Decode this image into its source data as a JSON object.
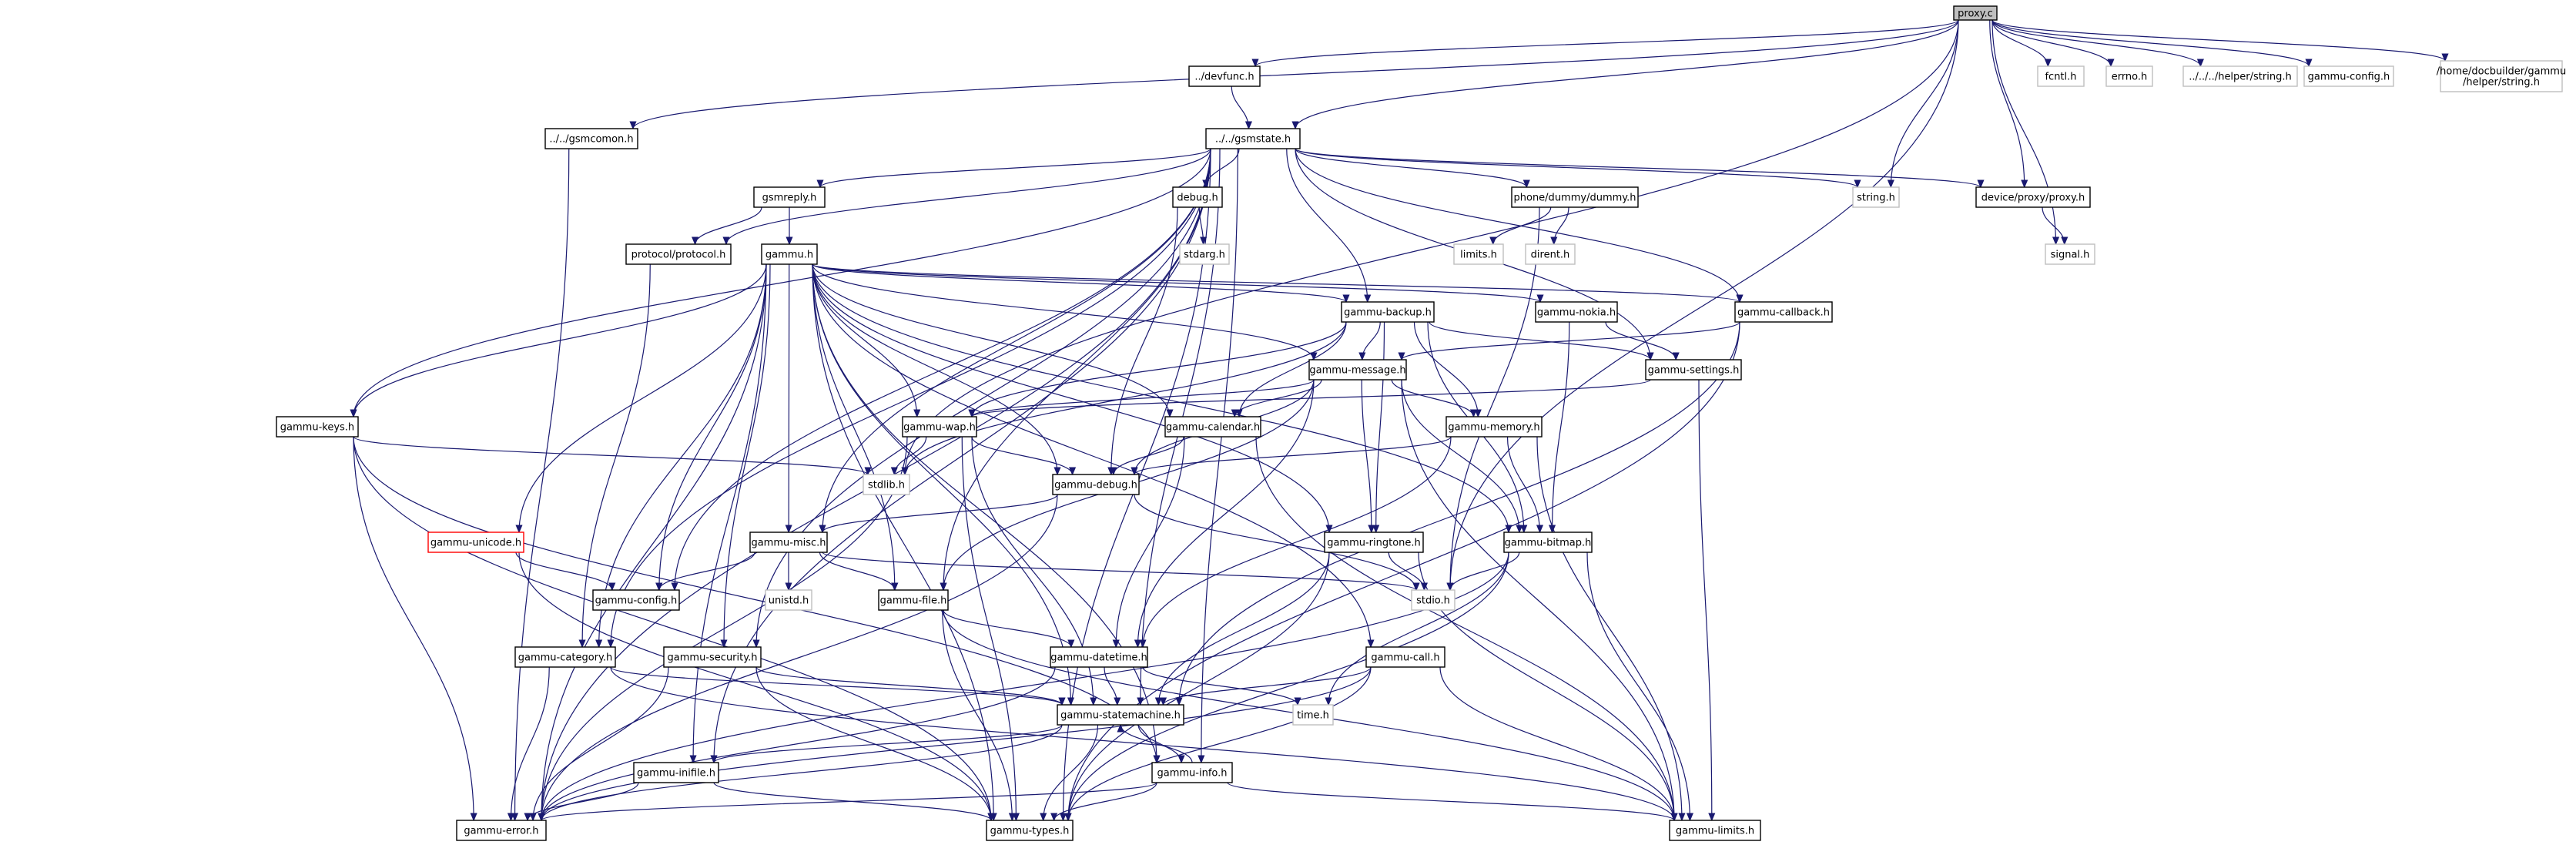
{
  "diagram": {
    "type": "include-dependency-graph",
    "root": "proxy.c",
    "colors": {
      "edge": "#191970",
      "root_fill": "#bfbfbf",
      "documented_border": "#000000",
      "undocumented_border": "#bfbfbf",
      "truncated_border": "#ff0000"
    },
    "nodes": [
      {
        "id": "proxy_c",
        "lines": [
          "proxy.c"
        ],
        "style": "root"
      },
      {
        "id": "devfunc_h",
        "lines": [
          "../devfunc.h"
        ],
        "style": "doc"
      },
      {
        "id": "gsmcomon_h",
        "lines": [
          "../../gsmcomon.h"
        ],
        "style": "doc"
      },
      {
        "id": "gsmstate_h",
        "lines": [
          "../../gsmstate.h"
        ],
        "style": "doc"
      },
      {
        "id": "fcntl_h",
        "lines": [
          "fcntl.h"
        ],
        "style": "undoc"
      },
      {
        "id": "errno_h",
        "lines": [
          "errno.h"
        ],
        "style": "undoc"
      },
      {
        "id": "helper_string_h",
        "lines": [
          "../../../helper/string.h"
        ],
        "style": "undoc"
      },
      {
        "id": "gammu_config_top",
        "lines": [
          "gammu-config.h"
        ],
        "style": "undoc"
      },
      {
        "id": "docbuilder_string_h",
        "lines": [
          "/home/docbuilder/gammu",
          "/helper/string.h"
        ],
        "style": "undoc"
      },
      {
        "id": "gsmreply_h",
        "lines": [
          "gsmreply.h"
        ],
        "style": "doc"
      },
      {
        "id": "debug_h",
        "lines": [
          "debug.h"
        ],
        "style": "doc"
      },
      {
        "id": "phone_dummy_h",
        "lines": [
          "phone/dummy/dummy.h"
        ],
        "style": "doc"
      },
      {
        "id": "string_h",
        "lines": [
          "string.h"
        ],
        "style": "undoc"
      },
      {
        "id": "device_proxy_h",
        "lines": [
          "device/proxy/proxy.h"
        ],
        "style": "doc"
      },
      {
        "id": "signal_h",
        "lines": [
          "signal.h"
        ],
        "style": "undoc"
      },
      {
        "id": "protocol_h",
        "lines": [
          "protocol/protocol.h"
        ],
        "style": "doc"
      },
      {
        "id": "gammu_h",
        "lines": [
          "gammu.h"
        ],
        "style": "doc"
      },
      {
        "id": "stdarg_h",
        "lines": [
          "stdarg.h"
        ],
        "style": "undoc"
      },
      {
        "id": "limits_h",
        "lines": [
          "limits.h"
        ],
        "style": "undoc"
      },
      {
        "id": "dirent_h",
        "lines": [
          "dirent.h"
        ],
        "style": "undoc"
      },
      {
        "id": "gammu_backup_h",
        "lines": [
          "gammu-backup.h"
        ],
        "style": "doc"
      },
      {
        "id": "gammu_nokia_h",
        "lines": [
          "gammu-nokia.h"
        ],
        "style": "doc"
      },
      {
        "id": "gammu_callback_h",
        "lines": [
          "gammu-callback.h"
        ],
        "style": "doc"
      },
      {
        "id": "gammu_message_h",
        "lines": [
          "gammu-message.h"
        ],
        "style": "doc"
      },
      {
        "id": "gammu_settings_h",
        "lines": [
          "gammu-settings.h"
        ],
        "style": "doc"
      },
      {
        "id": "gammu_keys_h",
        "lines": [
          "gammu-keys.h"
        ],
        "style": "doc"
      },
      {
        "id": "gammu_wap_h",
        "lines": [
          "gammu-wap.h"
        ],
        "style": "doc"
      },
      {
        "id": "gammu_calendar_h",
        "lines": [
          "gammu-calendar.h"
        ],
        "style": "doc"
      },
      {
        "id": "gammu_memory_h",
        "lines": [
          "gammu-memory.h"
        ],
        "style": "doc"
      },
      {
        "id": "stdlib_h",
        "lines": [
          "stdlib.h"
        ],
        "style": "undoc"
      },
      {
        "id": "gammu_debug_h",
        "lines": [
          "gammu-debug.h"
        ],
        "style": "doc"
      },
      {
        "id": "gammu_unicode_h",
        "lines": [
          "gammu-unicode.h"
        ],
        "style": "truncated"
      },
      {
        "id": "gammu_misc_h",
        "lines": [
          "gammu-misc.h"
        ],
        "style": "doc"
      },
      {
        "id": "gammu_ringtone_h",
        "lines": [
          "gammu-ringtone.h"
        ],
        "style": "doc"
      },
      {
        "id": "gammu_bitmap_h",
        "lines": [
          "gammu-bitmap.h"
        ],
        "style": "doc"
      },
      {
        "id": "gammu_config_h",
        "lines": [
          "gammu-config.h"
        ],
        "style": "doc"
      },
      {
        "id": "unistd_h",
        "lines": [
          "unistd.h"
        ],
        "style": "undoc"
      },
      {
        "id": "gammu_file_h",
        "lines": [
          "gammu-file.h"
        ],
        "style": "doc"
      },
      {
        "id": "stdio_h",
        "lines": [
          "stdio.h"
        ],
        "style": "undoc"
      },
      {
        "id": "gammu_category_h",
        "lines": [
          "gammu-category.h"
        ],
        "style": "doc"
      },
      {
        "id": "gammu_security_h",
        "lines": [
          "gammu-security.h"
        ],
        "style": "doc"
      },
      {
        "id": "gammu_datetime_h",
        "lines": [
          "gammu-datetime.h"
        ],
        "style": "doc"
      },
      {
        "id": "gammu_call_h",
        "lines": [
          "gammu-call.h"
        ],
        "style": "doc"
      },
      {
        "id": "time_h",
        "lines": [
          "time.h"
        ],
        "style": "undoc"
      },
      {
        "id": "gammu_statemachine_h",
        "lines": [
          "gammu-statemachine.h"
        ],
        "style": "doc"
      },
      {
        "id": "gammu_inifile_h",
        "lines": [
          "gammu-inifile.h"
        ],
        "style": "doc"
      },
      {
        "id": "gammu_info_h",
        "lines": [
          "gammu-info.h"
        ],
        "style": "doc"
      },
      {
        "id": "gammu_error_h",
        "lines": [
          "gammu-error.h"
        ],
        "style": "doc"
      },
      {
        "id": "gammu_types_h",
        "lines": [
          "gammu-types.h"
        ],
        "style": "doc"
      },
      {
        "id": "gammu_limits_h",
        "lines": [
          "gammu-limits.h"
        ],
        "style": "doc"
      }
    ],
    "edges": [
      [
        "proxy_c",
        "devfunc_h"
      ],
      [
        "proxy_c",
        "gsmcomon_h"
      ],
      [
        "proxy_c",
        "gsmstate_h"
      ],
      [
        "proxy_c",
        "fcntl_h"
      ],
      [
        "proxy_c",
        "errno_h"
      ],
      [
        "proxy_c",
        "helper_string_h"
      ],
      [
        "proxy_c",
        "gammu_config_top"
      ],
      [
        "proxy_c",
        "docbuilder_string_h"
      ],
      [
        "proxy_c",
        "string_h"
      ],
      [
        "proxy_c",
        "device_proxy_h"
      ],
      [
        "proxy_c",
        "signal_h"
      ],
      [
        "proxy_c",
        "stdlib_h"
      ],
      [
        "proxy_c",
        "stdio_h"
      ],
      [
        "devfunc_h",
        "gsmstate_h"
      ],
      [
        "gsmcomon_h",
        "gammu_error_h"
      ],
      [
        "gsmstate_h",
        "gsmreply_h"
      ],
      [
        "gsmstate_h",
        "debug_h"
      ],
      [
        "gsmstate_h",
        "phone_dummy_h"
      ],
      [
        "gsmstate_h",
        "string_h"
      ],
      [
        "gsmstate_h",
        "device_proxy_h"
      ],
      [
        "gsmstate_h",
        "protocol_h"
      ],
      [
        "gsmstate_h",
        "gammu_backup_h"
      ],
      [
        "gsmstate_h",
        "gammu_callback_h"
      ],
      [
        "gsmstate_h",
        "gammu_settings_h"
      ],
      [
        "gsmstate_h",
        "gammu_keys_h"
      ],
      [
        "gsmstate_h",
        "gammu_misc_h"
      ],
      [
        "gsmstate_h",
        "gammu_file_h"
      ],
      [
        "gsmstate_h",
        "gammu_config_h"
      ],
      [
        "gsmstate_h",
        "gammu_category_h"
      ],
      [
        "gsmstate_h",
        "gammu_security_h"
      ],
      [
        "gsmstate_h",
        "gammu_statemachine_h"
      ],
      [
        "gsmstate_h",
        "gammu_inifile_h"
      ],
      [
        "gsmstate_h",
        "gammu_info_h"
      ],
      [
        "gsmstate_h",
        "gammu_error_h"
      ],
      [
        "gsmstate_h",
        "gammu_types_h"
      ],
      [
        "gsmreply_h",
        "protocol_h"
      ],
      [
        "gsmreply_h",
        "gammu_h"
      ],
      [
        "debug_h",
        "stdarg_h"
      ],
      [
        "debug_h",
        "gammu_debug_h"
      ],
      [
        "phone_dummy_h",
        "limits_h"
      ],
      [
        "phone_dummy_h",
        "dirent_h"
      ],
      [
        "phone_dummy_h",
        "stdio_h"
      ],
      [
        "device_proxy_h",
        "signal_h"
      ],
      [
        "protocol_h",
        "gammu_category_h"
      ],
      [
        "gammu_h",
        "gammu_backup_h"
      ],
      [
        "gammu_h",
        "gammu_nokia_h"
      ],
      [
        "gammu_h",
        "gammu_callback_h"
      ],
      [
        "gammu_h",
        "gammu_message_h"
      ],
      [
        "gammu_h",
        "gammu_keys_h"
      ],
      [
        "gammu_h",
        "gammu_wap_h"
      ],
      [
        "gammu_h",
        "gammu_calendar_h"
      ],
      [
        "gammu_h",
        "gammu_debug_h"
      ],
      [
        "gammu_h",
        "gammu_unicode_h"
      ],
      [
        "gammu_h",
        "gammu_misc_h"
      ],
      [
        "gammu_h",
        "gammu_ringtone_h"
      ],
      [
        "gammu_h",
        "gammu_bitmap_h"
      ],
      [
        "gammu_h",
        "gammu_config_h"
      ],
      [
        "gammu_h",
        "gammu_file_h"
      ],
      [
        "gammu_h",
        "gammu_category_h"
      ],
      [
        "gammu_h",
        "gammu_security_h"
      ],
      [
        "gammu_h",
        "gammu_call_h"
      ],
      [
        "gammu_h",
        "gammu_statemachine_h"
      ],
      [
        "gammu_h",
        "gammu_inifile_h"
      ],
      [
        "gammu_h",
        "gammu_info_h"
      ],
      [
        "gammu_h",
        "gammu_error_h"
      ],
      [
        "gammu_h",
        "gammu_types_h"
      ],
      [
        "gammu_backup_h",
        "gammu_message_h"
      ],
      [
        "gammu_backup_h",
        "gammu_settings_h"
      ],
      [
        "gammu_backup_h",
        "gammu_wap_h"
      ],
      [
        "gammu_backup_h",
        "gammu_calendar_h"
      ],
      [
        "gammu_backup_h",
        "gammu_memory_h"
      ],
      [
        "gammu_backup_h",
        "gammu_ringtone_h"
      ],
      [
        "gammu_backup_h",
        "gammu_bitmap_h"
      ],
      [
        "gammu_backup_h",
        "stdlib_h"
      ],
      [
        "gammu_nokia_h",
        "gammu_settings_h"
      ],
      [
        "gammu_nokia_h",
        "gammu_bitmap_h"
      ],
      [
        "gammu_callback_h",
        "gammu_message_h"
      ],
      [
        "gammu_callback_h",
        "gammu_statemachine_h"
      ],
      [
        "gammu_callback_h",
        "gammu_types_h"
      ],
      [
        "gammu_message_h",
        "gammu_wap_h"
      ],
      [
        "gammu_message_h",
        "gammu_calendar_h"
      ],
      [
        "gammu_message_h",
        "gammu_memory_h"
      ],
      [
        "gammu_message_h",
        "gammu_debug_h"
      ],
      [
        "gammu_message_h",
        "gammu_ringtone_h"
      ],
      [
        "gammu_message_h",
        "gammu_bitmap_h"
      ],
      [
        "gammu_message_h",
        "gammu_file_h"
      ],
      [
        "gammu_message_h",
        "gammu_datetime_h"
      ],
      [
        "gammu_message_h",
        "gammu_limits_h"
      ],
      [
        "gammu_settings_h",
        "gammu_wap_h"
      ],
      [
        "gammu_settings_h",
        "gammu_limits_h"
      ],
      [
        "gammu_keys_h",
        "stdlib_h"
      ],
      [
        "gammu_keys_h",
        "gammu_error_h"
      ],
      [
        "gammu_keys_h",
        "gammu_types_h"
      ],
      [
        "gammu_keys_h",
        "gammu_info_h"
      ],
      [
        "gammu_wap_h",
        "stdlib_h"
      ],
      [
        "gammu_wap_h",
        "gammu_debug_h"
      ],
      [
        "gammu_wap_h",
        "gammu_error_h"
      ],
      [
        "gammu_wap_h",
        "gammu_types_h"
      ],
      [
        "gammu_wap_h",
        "gammu_statemachine_h"
      ],
      [
        "gammu_calendar_h",
        "gammu_debug_h"
      ],
      [
        "gammu_calendar_h",
        "gammu_datetime_h"
      ],
      [
        "gammu_calendar_h",
        "gammu_limits_h"
      ],
      [
        "gammu_memory_h",
        "gammu_debug_h"
      ],
      [
        "gammu_memory_h",
        "gammu_bitmap_h"
      ],
      [
        "gammu_memory_h",
        "gammu_datetime_h"
      ],
      [
        "gammu_memory_h",
        "gammu_limits_h"
      ],
      [
        "gammu_debug_h",
        "gammu_misc_h"
      ],
      [
        "gammu_debug_h",
        "stdio_h"
      ],
      [
        "gammu_debug_h",
        "gammu_error_h"
      ],
      [
        "gammu_unicode_h",
        "gammu_config_h"
      ],
      [
        "gammu_unicode_h",
        "gammu_types_h"
      ],
      [
        "gammu_misc_h",
        "gammu_config_h"
      ],
      [
        "gammu_misc_h",
        "unistd_h"
      ],
      [
        "gammu_misc_h",
        "gammu_file_h"
      ],
      [
        "gammu_misc_h",
        "stdio_h"
      ],
      [
        "gammu_ringtone_h",
        "stdio_h"
      ],
      [
        "gammu_ringtone_h",
        "gammu_statemachine_h"
      ],
      [
        "gammu_ringtone_h",
        "gammu_limits_h"
      ],
      [
        "gammu_ringtone_h",
        "gammu_types_h"
      ],
      [
        "gammu_bitmap_h",
        "stdio_h"
      ],
      [
        "gammu_bitmap_h",
        "time_h"
      ],
      [
        "gammu_bitmap_h",
        "gammu_limits_h"
      ],
      [
        "gammu_bitmap_h",
        "gammu_types_h"
      ],
      [
        "gammu_bitmap_h",
        "gammu_error_h"
      ],
      [
        "gammu_file_h",
        "gammu_datetime_h"
      ],
      [
        "gammu_file_h",
        "gammu_types_h"
      ],
      [
        "gammu_file_h",
        "gammu_limits_h"
      ],
      [
        "gammu_category_h",
        "gammu_statemachine_h"
      ],
      [
        "gammu_category_h",
        "gammu_error_h"
      ],
      [
        "gammu_category_h",
        "gammu_limits_h"
      ],
      [
        "gammu_security_h",
        "gammu_statemachine_h"
      ],
      [
        "gammu_security_h",
        "gammu_error_h"
      ],
      [
        "gammu_security_h",
        "gammu_types_h"
      ],
      [
        "gammu_datetime_h",
        "time_h"
      ],
      [
        "gammu_datetime_h",
        "gammu_statemachine_h"
      ],
      [
        "gammu_datetime_h",
        "gammu_error_h"
      ],
      [
        "gammu_call_h",
        "gammu_statemachine_h"
      ],
      [
        "gammu_call_h",
        "gammu_limits_h"
      ],
      [
        "gammu_call_h",
        "gammu_types_h"
      ],
      [
        "gammu_call_h",
        "gammu_error_h"
      ],
      [
        "gammu_statemachine_h",
        "gammu_inifile_h"
      ],
      [
        "gammu_statemachine_h",
        "gammu_info_h"
      ],
      [
        "gammu_statemachine_h",
        "gammu_error_h"
      ],
      [
        "gammu_statemachine_h",
        "gammu_types_h"
      ],
      [
        "gammu_info_h",
        "gammu_statemachine_h"
      ],
      [
        "gammu_info_h",
        "gammu_limits_h"
      ],
      [
        "gammu_info_h",
        "gammu_error_h"
      ],
      [
        "gammu_info_h",
        "gammu_types_h"
      ],
      [
        "gammu_inifile_h",
        "gammu_error_h"
      ],
      [
        "gammu_inifile_h",
        "gammu_types_h"
      ]
    ]
  }
}
